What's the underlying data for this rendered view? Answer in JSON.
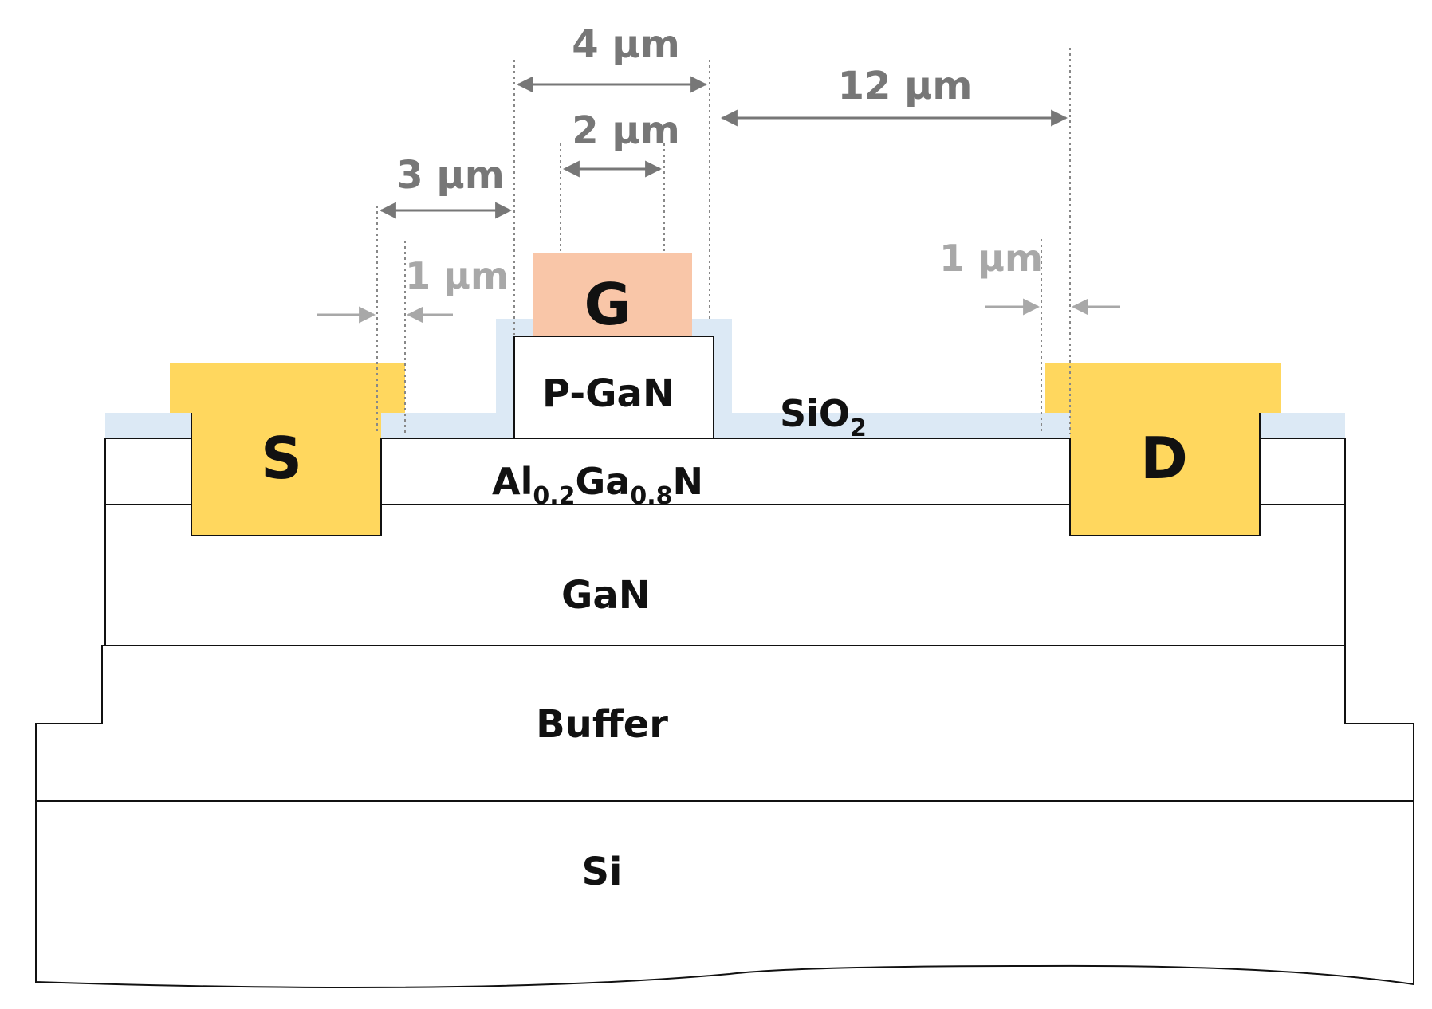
{
  "layers": {
    "si": "Si",
    "buffer": "Buffer",
    "gan": "GaN",
    "algan": {
      "base1": "Al",
      "sub1": "0.2",
      "base2": "Ga",
      "sub2": "0.8",
      "base3": "N"
    },
    "pgan": "P-GaN",
    "sio2": {
      "base": "SiO",
      "sub": "2"
    }
  },
  "electrodes": {
    "source": "S",
    "gate": "G",
    "drain": "D"
  },
  "dimensions": {
    "gate_pgan_width": "4 µm",
    "gate_metal_width": "2 µm",
    "source_gate_spacing": "3 µm",
    "gate_drain_spacing": "12 µm",
    "source_field_plate_overlap": "1 µm",
    "drain_field_plate_overlap": "1 µm"
  },
  "colors": {
    "contact_metal": "#FFD75E",
    "gate_metal": "#F9C6A8",
    "sio2": "#DCE9F5",
    "outline": "#111111",
    "dimension_dark": "#777777",
    "dimension_light": "#A8A8A8"
  }
}
